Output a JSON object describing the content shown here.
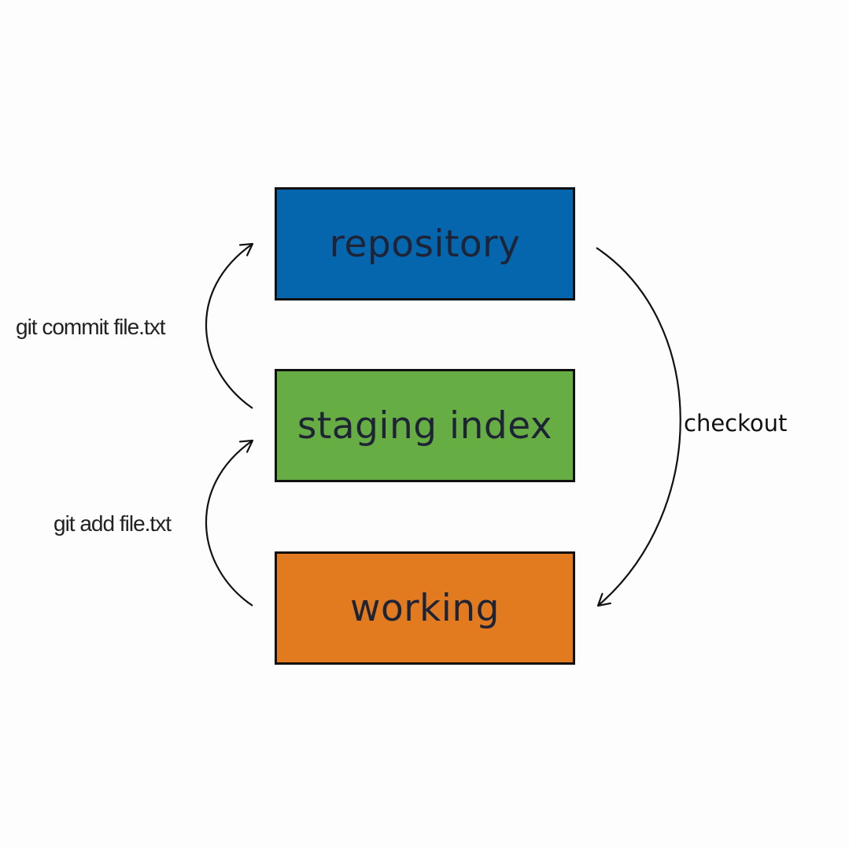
{
  "diagram": {
    "boxes": [
      {
        "id": "repository",
        "label": "repository",
        "color": "#0566ae"
      },
      {
        "id": "staging",
        "label": "staging index",
        "color": "#66ad43"
      },
      {
        "id": "working",
        "label": "working",
        "color": "#e27b20"
      }
    ],
    "edges": [
      {
        "from": "staging",
        "to": "repository",
        "label": "git commit file.txt"
      },
      {
        "from": "working",
        "to": "staging",
        "label": "git add file.txt"
      },
      {
        "from": "repository",
        "to": "working",
        "label": "checkout"
      }
    ]
  }
}
